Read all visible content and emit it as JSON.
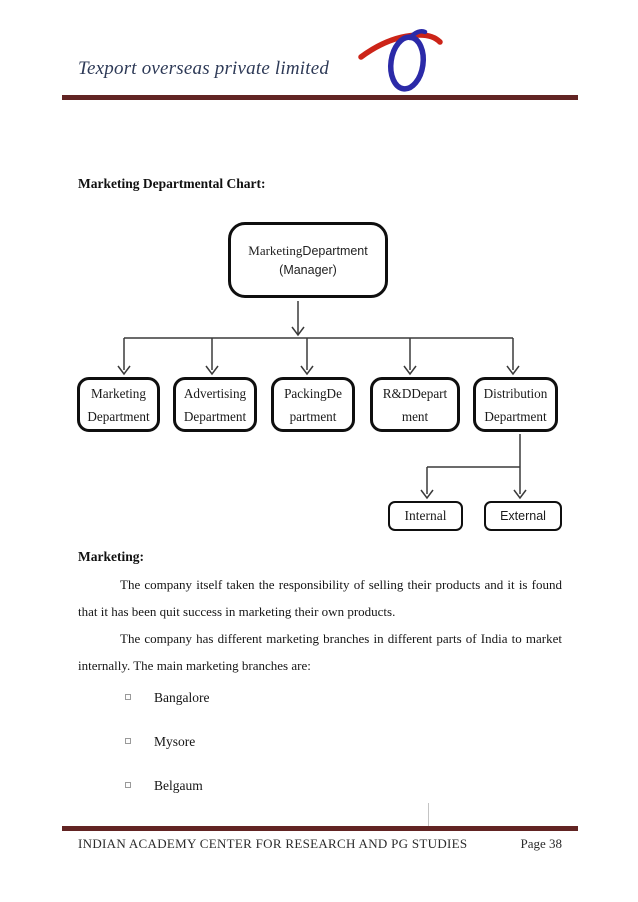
{
  "header": {
    "company_name": "Texport overseas private limited",
    "logo_name": "texport-logo"
  },
  "chart_section": {
    "heading": "Marketing Departmental Chart:",
    "org_chart": {
      "root": {
        "title_part1": "Marketing",
        "title_part2": "Department",
        "subtitle": "(Manager)"
      },
      "departments": [
        {
          "line1": "Marketing",
          "line2": "Department"
        },
        {
          "line1": "Advertising",
          "line2": "Department"
        },
        {
          "line1": "PackingDe",
          "line2": "partment"
        },
        {
          "line1": "R&DDepart",
          "line2": "ment"
        },
        {
          "line1": "Distribution",
          "line2": "Department"
        }
      ],
      "distribution_children": [
        {
          "label": "Internal"
        },
        {
          "label": "External"
        }
      ]
    }
  },
  "marketing_section": {
    "heading": "Marketing:",
    "paragraph1": "The company itself taken the responsibility of selling their products and it is found that it has been quit success in marketing their own products.",
    "paragraph2": "The company has different marketing branches in different parts of India to market internally. The main marketing branches are:",
    "branches": [
      "Bangalore",
      "Mysore",
      "Belgaum"
    ]
  },
  "footer": {
    "institution": "INDIAN ACADEMY CENTER FOR RESEARCH AND PG STUDIES",
    "page_label": "Page 38"
  },
  "colors": {
    "rule_maroon": "#622423",
    "header_text": "#2e3a57",
    "logo_blue": "#2b2aa8",
    "logo_red": "#cc2418",
    "connector": "#3a3a3a",
    "box_border": "#0f0f0f"
  }
}
